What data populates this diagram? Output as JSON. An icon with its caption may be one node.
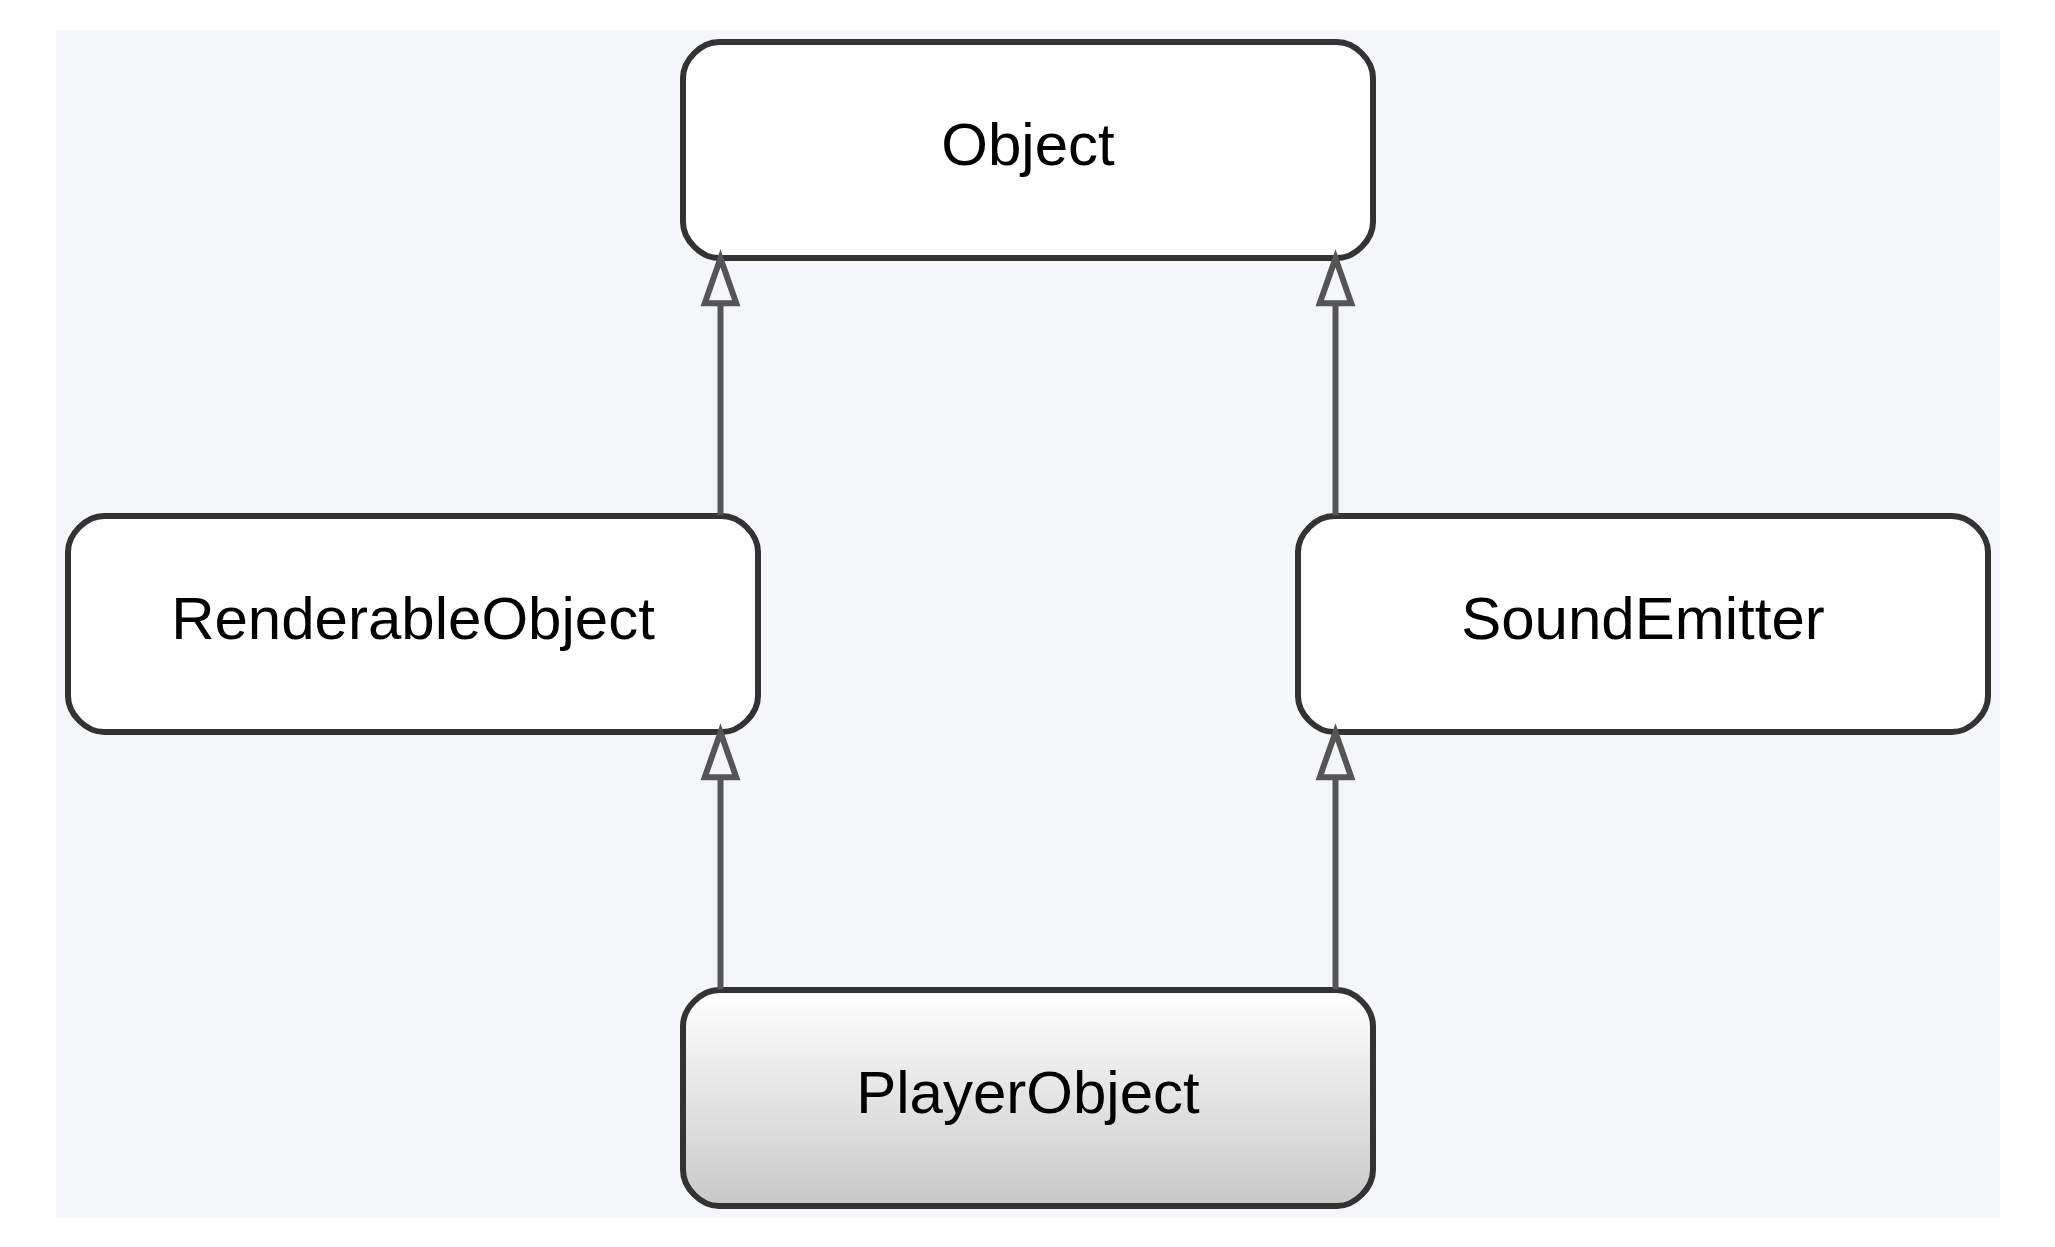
{
  "diagram": {
    "nodes": [
      {
        "text": [
          "Object"
        ]
      },
      {
        "text": [
          "RenderableObject"
        ]
      },
      {
        "text": [
          "SoundEmitter"
        ]
      },
      {
        "text": [
          "PlayerObject"
        ]
      }
    ],
    "edges": [
      {
        "from": 1,
        "to": 0,
        "arrow": "to"
      },
      {
        "from": 2,
        "to": 0,
        "arrow": "to"
      },
      {
        "from": 3,
        "to": 1,
        "arrow": "to"
      },
      {
        "from": 3,
        "to": 2,
        "arrow": "to"
      }
    ]
  }
}
